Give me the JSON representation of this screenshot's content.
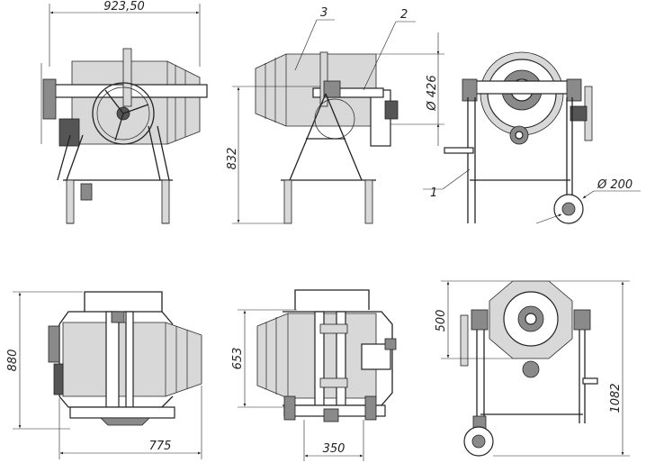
{
  "dimensions": {
    "overall_width": "923,50",
    "height_front": "832",
    "drum_diameter": "Ø 426",
    "wheel_diameter": "Ø 200",
    "plan_depth": "880",
    "plan_length": "775",
    "plan_height": "653",
    "base_width": "350",
    "side_height": "500",
    "total_height": "1082"
  },
  "callouts": {
    "part_1": "1",
    "part_2": "2",
    "part_3": "3"
  }
}
